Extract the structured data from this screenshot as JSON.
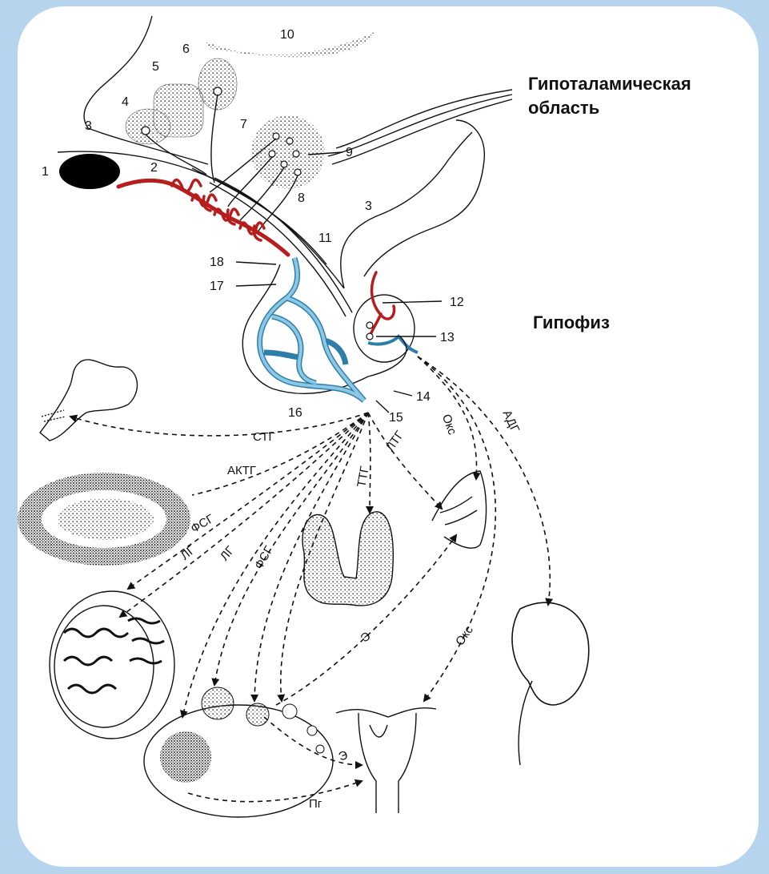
{
  "titles": {
    "hypothalamus": [
      "Гипоталамическая",
      "область"
    ],
    "pituitary": "Гипофиз"
  },
  "numbers": [
    "1",
    "2",
    "3",
    "4",
    "5",
    "6",
    "7",
    "8",
    "9",
    "10",
    "11",
    "12",
    "13",
    "14",
    "15",
    "16",
    "17",
    "18"
  ],
  "hormones": {
    "stg": "СТГ",
    "aktg": "АКТГ",
    "fsg": "ФСГ",
    "lg": "ЛГ",
    "ttg": "ТТГ",
    "ltg": "ЛТГ",
    "oks": "Окс",
    "adg": "АДГ",
    "e": "Э",
    "pg": "Пг"
  },
  "colors": {
    "background": "#b7d4ee",
    "card": "#ffffff",
    "portal_vessels": "#b81d1d",
    "anterior_lobe_vessels": "#2d7ea8"
  }
}
